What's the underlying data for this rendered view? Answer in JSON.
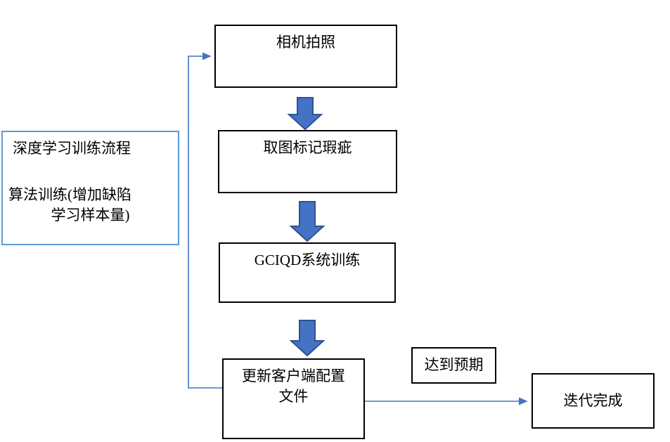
{
  "diagram": {
    "title": "deep-learning-training-flowchart",
    "colors": {
      "background": "#ffffff",
      "box_border": "#000000",
      "side_box_border": "#5b9bd5",
      "arrow_fill": "#4472c4",
      "arrow_stroke": "#2f528f",
      "connector": "#4472c4",
      "text": "#000000"
    },
    "nodes": {
      "camera": {
        "label": "相机拍照"
      },
      "mark_defects": {
        "label": "取图标记瑕疵"
      },
      "system_training": {
        "label": "GCIQD系统训练"
      },
      "update_config": {
        "label_lines": [
          "更新客户端配置",
          "文件"
        ]
      },
      "side_note": {
        "lines": [
          "深度学习训练流程",
          "算法训练(增加缺陷",
          "学习样本量)"
        ]
      },
      "expectation": {
        "label": "达到预期"
      },
      "done": {
        "label": "迭代完成"
      }
    }
  }
}
